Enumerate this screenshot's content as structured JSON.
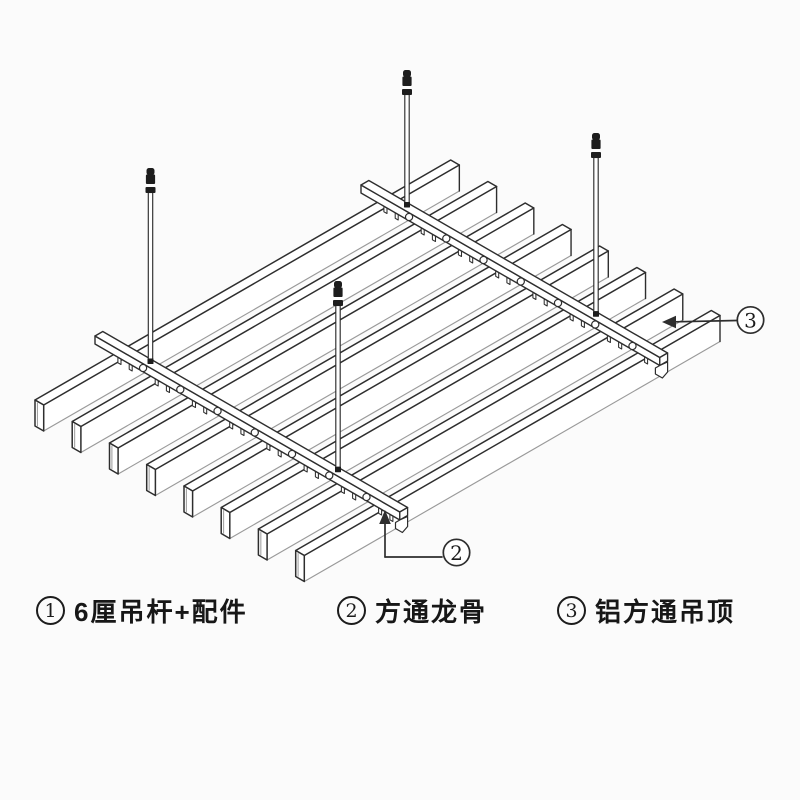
{
  "page": {
    "background": "#fbfbfb"
  },
  "diagram": {
    "slat_count": 8,
    "carrier_count": 2,
    "hanger_rod_count": 4,
    "colors": {
      "line": "#2e2e2e",
      "light_line": "#9a9a9a",
      "fill": "#ffffff",
      "hardware": "#1d1d1d",
      "background": "#fbfbfb"
    },
    "callouts": [
      {
        "number": "2",
        "target": "carrier-rail"
      },
      {
        "number": "3",
        "target": "aluminum-square-tube"
      }
    ]
  },
  "legend": {
    "items": [
      {
        "marker": "1",
        "label": "6厘吊杆+配件"
      },
      {
        "marker": "2",
        "label": "方通龙骨"
      },
      {
        "marker": "3",
        "label": "铝方通吊顶"
      }
    ]
  }
}
